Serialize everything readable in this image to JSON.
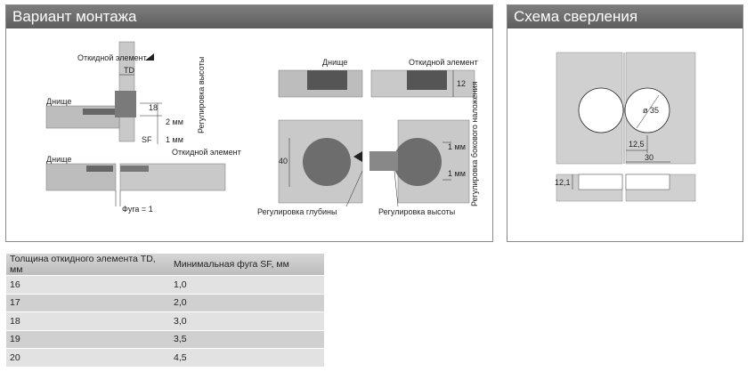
{
  "mounting_panel": {
    "title": "Вариант монтажа",
    "labels": {
      "flap_element": "Откидной элемент",
      "td": "TD",
      "base": "Днище",
      "dim_18": "18",
      "sf": "SF",
      "mm2": "2 мм",
      "mm1": "1 мм",
      "height_adjust_vertical": "Регулировка высоты",
      "base2": "Днище",
      "flap_element2": "Откидной элемент",
      "gap": "Фуга = 1",
      "base3": "Днище",
      "flap_element3": "Откидной элемент",
      "dim_12": "12",
      "dim_40": "40",
      "mm1_top": "1 мм",
      "mm1_bottom": "1 мм",
      "side_overlay_adjust": "Регулировка бокового наложения",
      "depth_adjust": "Регулировка глубины",
      "height_adjust": "Регулировка высоты"
    }
  },
  "drilling_panel": {
    "title": "Схема сверления",
    "labels": {
      "diameter": "ø 35",
      "dim_12_5": "12,5",
      "dim_30": "30",
      "dim_12_1": "12,1"
    }
  },
  "table": {
    "headers": [
      "Толщина откидного элемента TD, мм",
      "Минимальная фуга SF, мм"
    ],
    "rows": [
      [
        "16",
        "1,0"
      ],
      [
        "17",
        "2,0"
      ],
      [
        "18",
        "3,0"
      ],
      [
        "19",
        "3,5"
      ],
      [
        "20",
        "4,5"
      ]
    ]
  }
}
